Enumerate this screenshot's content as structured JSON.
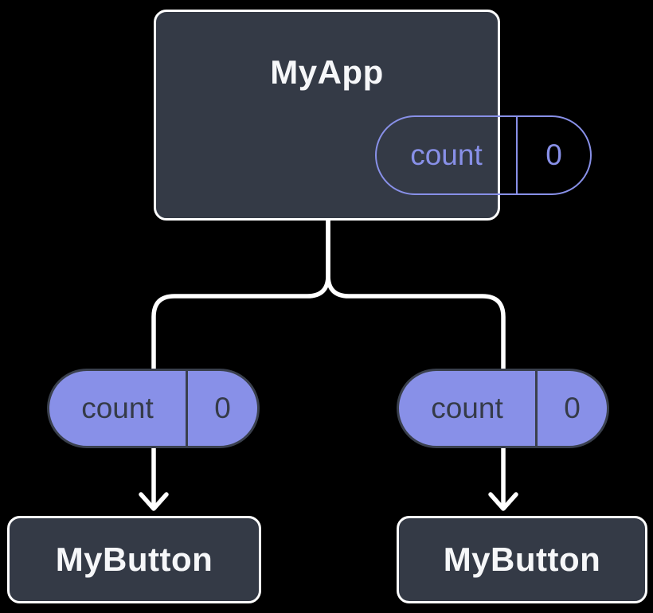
{
  "diagram": {
    "root": {
      "label": "MyApp",
      "state": {
        "name": "count",
        "value": "0"
      }
    },
    "props": [
      {
        "name": "count",
        "value": "0"
      },
      {
        "name": "count",
        "value": "0"
      }
    ],
    "children": [
      {
        "label": "MyButton"
      },
      {
        "label": "MyButton"
      }
    ]
  },
  "colors": {
    "background": "#000000",
    "box_fill": "#343A46",
    "box_border": "#FFFFFF",
    "accent_purple": "#8890E8",
    "pill_dark_text": "#353B48",
    "title_text": "#F6F7F9",
    "connector": "#FFFFFF"
  }
}
